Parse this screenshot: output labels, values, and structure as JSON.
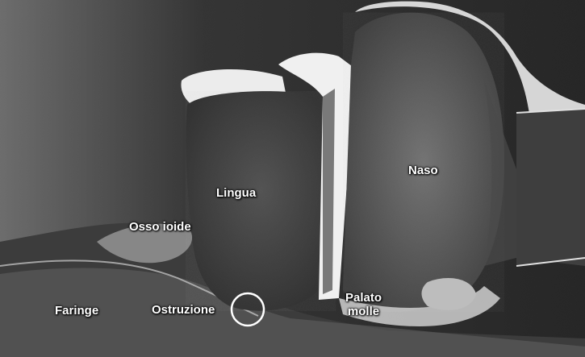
{
  "figure": {
    "labels": {
      "lingua": "Lingua",
      "naso": "Naso",
      "osso_ioide": "Osso ioide",
      "faringe": "Faringe",
      "ostruzione": "Ostruzione",
      "palato_line1": "Palato",
      "palato_line2": "molle"
    },
    "colors": {
      "background": "#1c1c1c",
      "bone": "#e8e8e8",
      "tissue": "#3a3a3a",
      "label_text": "#ffffff",
      "highlight_ring": "#ffffff"
    }
  }
}
